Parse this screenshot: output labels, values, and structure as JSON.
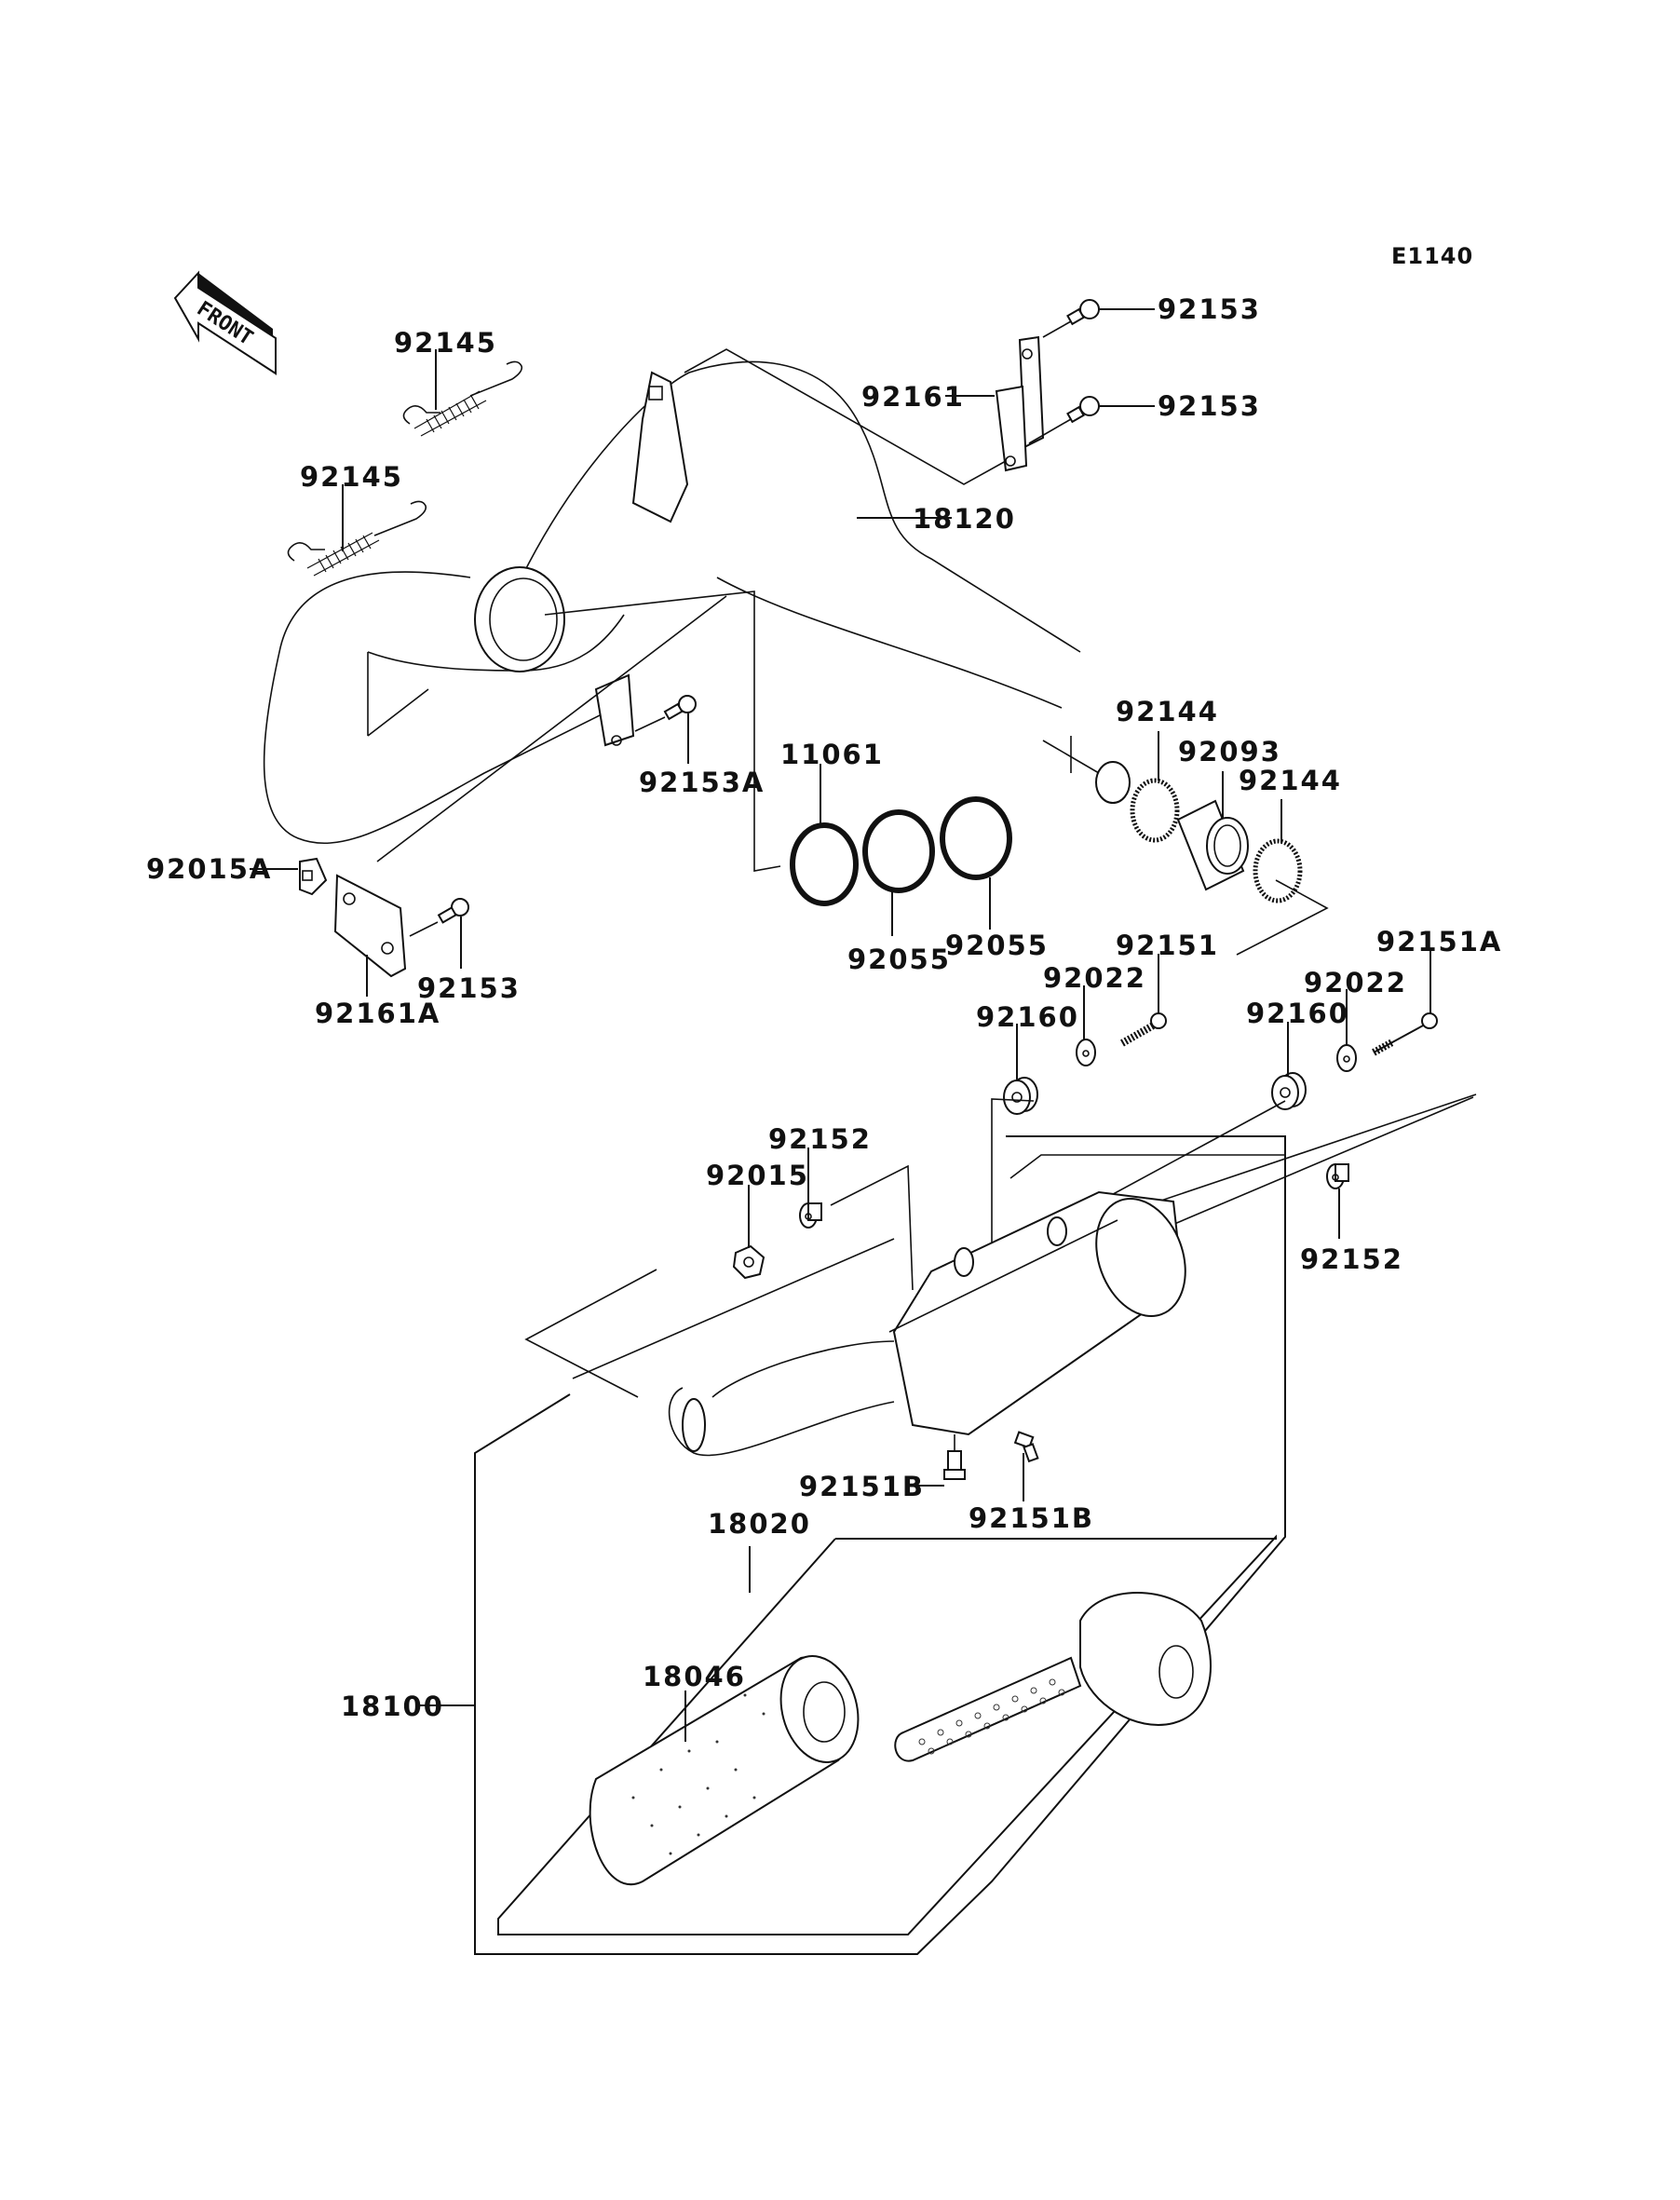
{
  "diagram": {
    "code": "E1140",
    "direction_indicator": "FRONT",
    "title": "Exhaust system exploded parts diagram"
  },
  "part_labels": [
    {
      "id": "spring-upper",
      "number": "92145"
    },
    {
      "id": "spring-lower",
      "number": "92145"
    },
    {
      "id": "bolt-upper-bracket-top",
      "number": "92153"
    },
    {
      "id": "bolt-upper-bracket-bottom",
      "number": "92153"
    },
    {
      "id": "bracket-upper",
      "number": "92161"
    },
    {
      "id": "exhaust-pipe",
      "number": "18120"
    },
    {
      "id": "ring-spring-left",
      "number": "92144"
    },
    {
      "id": "collar-joint",
      "number": "92093"
    },
    {
      "id": "ring-spring-right",
      "number": "92144"
    },
    {
      "id": "gasket",
      "number": "11061"
    },
    {
      "id": "bolt-pipe-bracket",
      "number": "92153A"
    },
    {
      "id": "nut-lower-left",
      "number": "92015A"
    },
    {
      "id": "oring-a",
      "number": "92055"
    },
    {
      "id": "oring-b",
      "number": "92055"
    },
    {
      "id": "bolt-lower-bracket",
      "number": "92153"
    },
    {
      "id": "bracket-lower",
      "number": "92161A"
    },
    {
      "id": "bolt-muffler-front",
      "number": "92151"
    },
    {
      "id": "bolt-muffler-rear",
      "number": "92151A"
    },
    {
      "id": "washer-front",
      "number": "92022"
    },
    {
      "id": "washer-rear",
      "number": "92022"
    },
    {
      "id": "damper-front",
      "number": "92160"
    },
    {
      "id": "damper-rear",
      "number": "92160"
    },
    {
      "id": "collar-front",
      "number": "92152"
    },
    {
      "id": "nut-muffler",
      "number": "92015"
    },
    {
      "id": "collar-rear",
      "number": "92152"
    },
    {
      "id": "bolt-muffler-bottom-a",
      "number": "92151B"
    },
    {
      "id": "bolt-muffler-bottom-b",
      "number": "92151B"
    },
    {
      "id": "silencer-assy",
      "number": "18020"
    },
    {
      "id": "packing",
      "number": "18046"
    },
    {
      "id": "muffler-assy",
      "number": "18100"
    }
  ]
}
